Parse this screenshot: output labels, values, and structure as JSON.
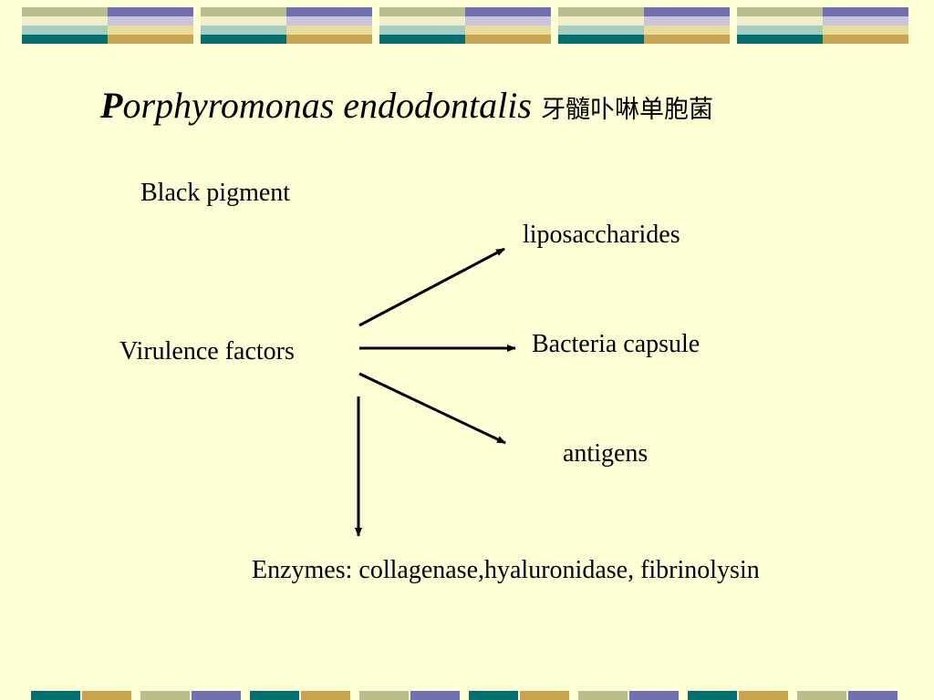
{
  "theme": {
    "background": "#FFFFD5",
    "band_colors": {
      "teal": "#006F6E",
      "tan": "#C8A550",
      "periwinkle": "#7070B0",
      "sage": "#B9BE8D",
      "pale_yellow": "#E6DC9C",
      "light_teal": "#A6CDBE",
      "light_periwinkle": "#C8C4DC",
      "cream": "#EFEFCC"
    }
  },
  "slide": {
    "title_initial": "P",
    "title_rest": "orphyromonas endodontalis",
    "title_cjk": "牙髓卟啉单胞菌"
  },
  "diagram": {
    "black_pigment": "Black pigment",
    "virulence_factors": "Virulence factors",
    "liposaccharides": "liposaccharides",
    "bacteria_capsule": "Bacteria capsule",
    "antigens": "antigens",
    "enzymes": "Enzymes: collagenase,hyaluronidase, fibrinolysin"
  },
  "edges": [
    {
      "from": "virulence-factors",
      "to": "liposaccharides"
    },
    {
      "from": "virulence-factors",
      "to": "bacteria-capsule"
    },
    {
      "from": "virulence-factors",
      "to": "antigens"
    },
    {
      "from": "virulence-factors",
      "to": "enzymes"
    }
  ]
}
